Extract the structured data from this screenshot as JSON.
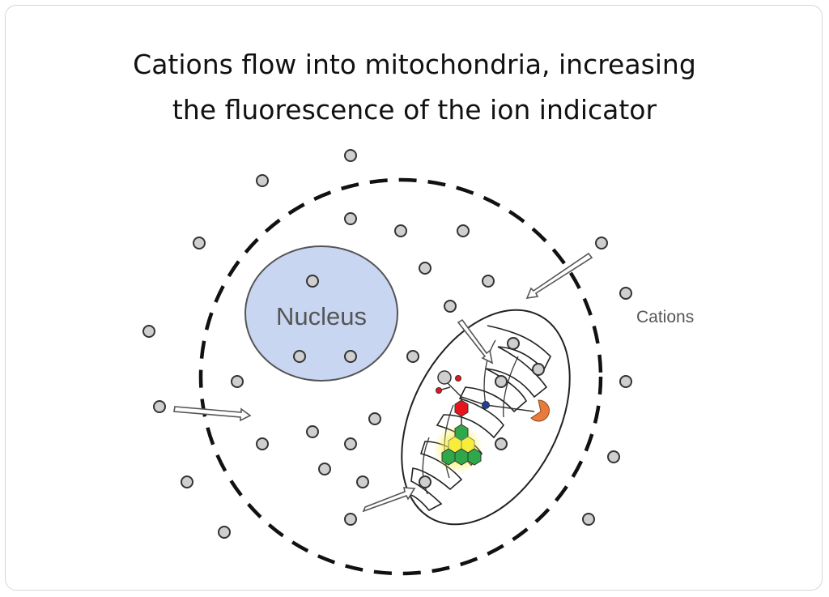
{
  "title": {
    "line1": "Cations flow into mitochondria, increasing",
    "line2": "the fluorescence of the ion indicator"
  },
  "labels": {
    "nucleus": "Nucleus",
    "cations": "Cations"
  },
  "colors": {
    "nucleus_fill": "#c9d6f2",
    "nucleus_stroke": "#555555",
    "cation_fill": "#cfcfcf",
    "membrane": "#111111",
    "indicator_red": "#e8141b",
    "indicator_green": "#2fa84a",
    "indicator_glow": "#f5ef3a",
    "indicator_orange": "#e87a3c",
    "indicator_blue": "#1f3f9e"
  }
}
